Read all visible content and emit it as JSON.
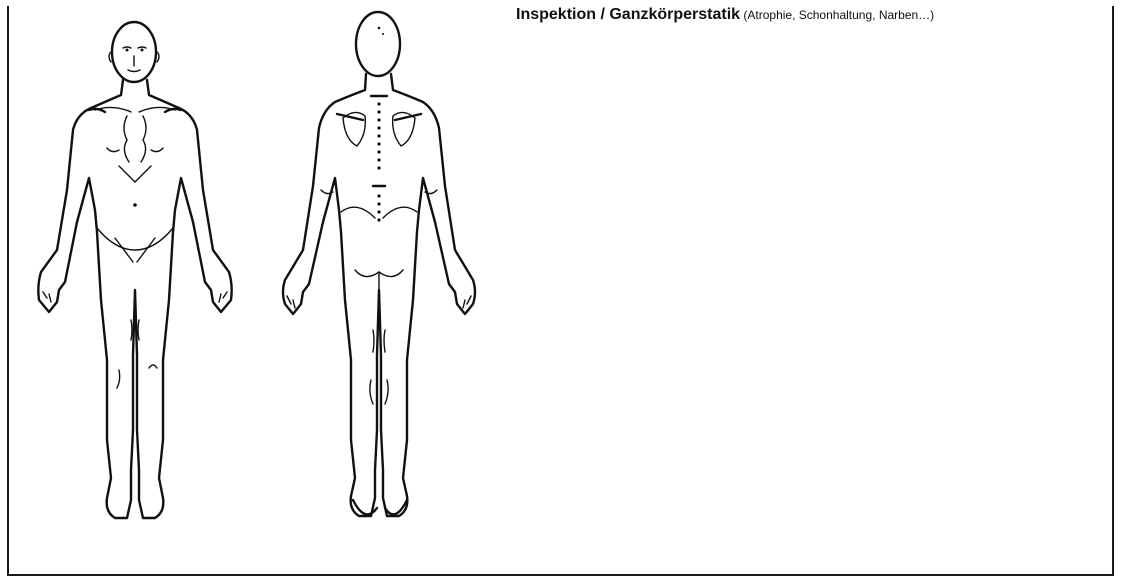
{
  "header": {
    "title": "Inspektion / Ganzkörperstatik",
    "hint": " (Atrophie, Schonhaltung, Narben…)"
  },
  "figures": {
    "front_icon": "body-front-outline",
    "back_icon": "body-back-outline"
  },
  "colors": {
    "line": "#111111",
    "background": "#ffffff"
  }
}
